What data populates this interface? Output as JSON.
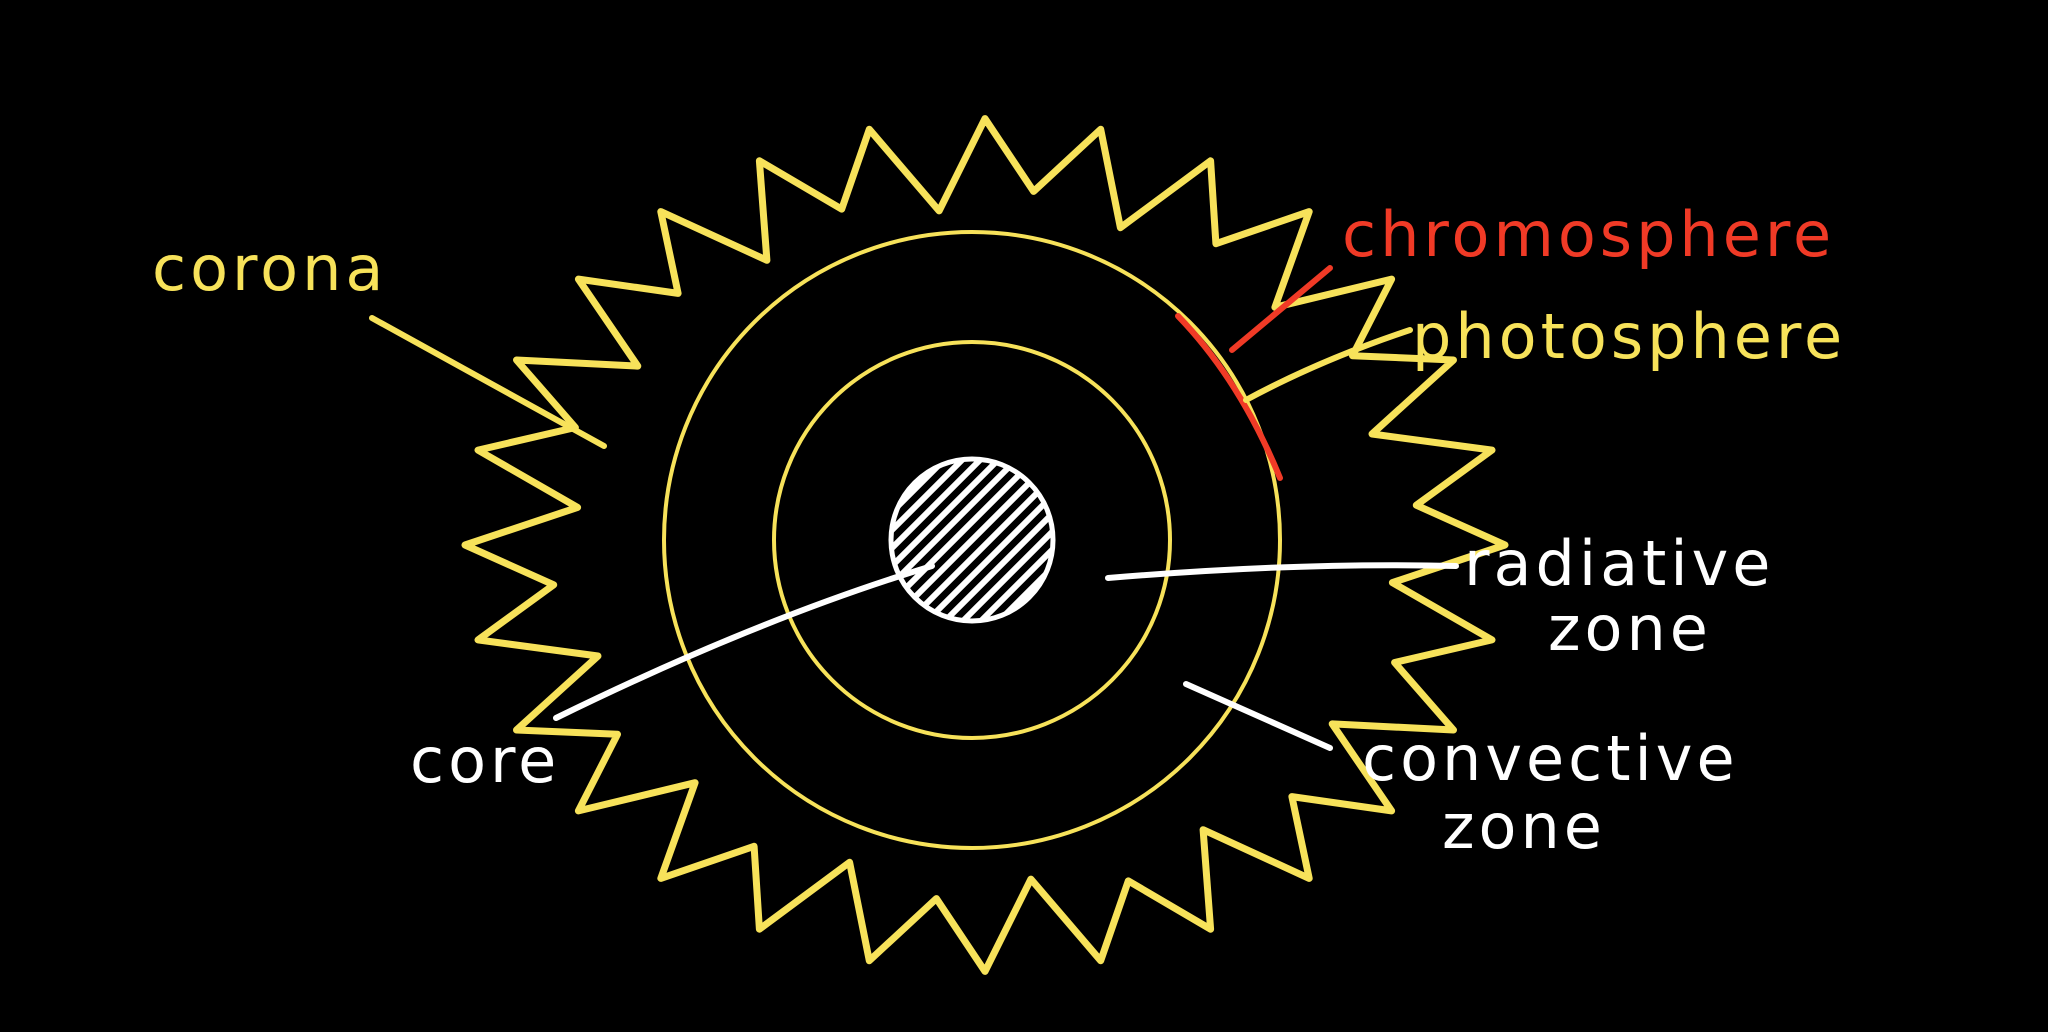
{
  "diagram": {
    "colors": {
      "background": "#000000",
      "corona": "#f7e25a",
      "layers": "#f7e25a",
      "chromosphere": "#f03a26",
      "core_and_labels": "#ffffff"
    },
    "labels": {
      "corona": "corona",
      "chromosphere": "chromosphere",
      "photosphere": "photosphere",
      "radiative_line1": "radiative",
      "radiative_line2": "zone",
      "convective_line1": "convective",
      "convective_line2": "zone",
      "core": "core"
    }
  }
}
